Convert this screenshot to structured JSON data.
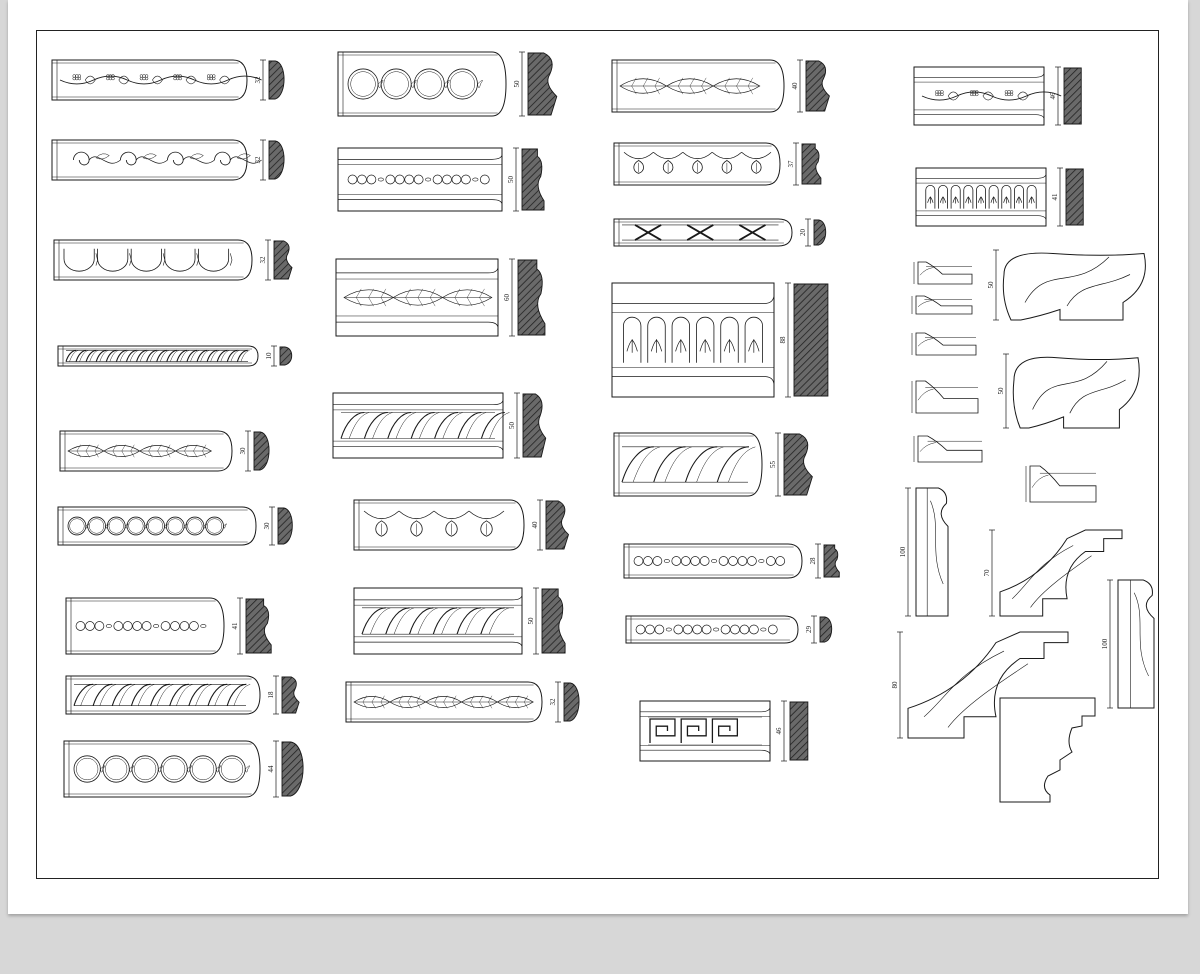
{
  "sheet": {
    "title": "",
    "line_color": "#1a1a1a",
    "hatch_color": "#3a3a3a",
    "page_color": "#ffffff",
    "background_color": "#d7d7d7"
  },
  "moldings": [
    {
      "id": "m1",
      "pattern": "vine",
      "dim": "32"
    },
    {
      "id": "m2",
      "pattern": "scroll",
      "dim": "32"
    },
    {
      "id": "m3",
      "pattern": "egg",
      "dim": "32"
    },
    {
      "id": "m4",
      "pattern": "rope",
      "dim": "10"
    },
    {
      "id": "m5",
      "pattern": "leaf",
      "dim": "30"
    },
    {
      "id": "m6",
      "pattern": "circles",
      "dim": "30"
    },
    {
      "id": "m7",
      "pattern": "beads",
      "dim": "41"
    },
    {
      "id": "m8",
      "pattern": "rope",
      "dim": "18"
    },
    {
      "id": "m9",
      "pattern": "circles",
      "dim": "44"
    },
    {
      "id": "m10",
      "pattern": "circles",
      "dim": "50"
    },
    {
      "id": "m11",
      "pattern": "beads",
      "dim": "50"
    },
    {
      "id": "m12",
      "pattern": "leaf",
      "dim": "60"
    },
    {
      "id": "m13",
      "pattern": "rope",
      "dim": "50"
    },
    {
      "id": "m14",
      "pattern": "tulip",
      "dim": "40"
    },
    {
      "id": "m15",
      "pattern": "rope",
      "dim": "50"
    },
    {
      "id": "m16",
      "pattern": "leaf",
      "dim": "32"
    },
    {
      "id": "m17",
      "pattern": "leaf",
      "dim": "40"
    },
    {
      "id": "m18",
      "pattern": "tulip",
      "dim": "37"
    },
    {
      "id": "m19",
      "pattern": "cross",
      "dim": "20"
    },
    {
      "id": "m20",
      "pattern": "arches",
      "dim": "88"
    },
    {
      "id": "m21",
      "pattern": "rope",
      "dim": "55"
    },
    {
      "id": "m22",
      "pattern": "beads",
      "dim": "28"
    },
    {
      "id": "m23",
      "pattern": "beads",
      "dim": "29"
    },
    {
      "id": "m24",
      "pattern": "greek",
      "dim": "46"
    },
    {
      "id": "m25",
      "pattern": "vine",
      "dim": "46"
    },
    {
      "id": "m26",
      "pattern": "arches",
      "dim": "41"
    }
  ],
  "corner_pieces": [
    {
      "id": "c1",
      "dim": "50"
    },
    {
      "id": "c2",
      "dim": "50"
    },
    {
      "id": "c3",
      "dim": "100"
    },
    {
      "id": "c4",
      "dim": "70"
    },
    {
      "id": "c5",
      "dim": "100"
    },
    {
      "id": "c6",
      "dim": "80"
    }
  ]
}
